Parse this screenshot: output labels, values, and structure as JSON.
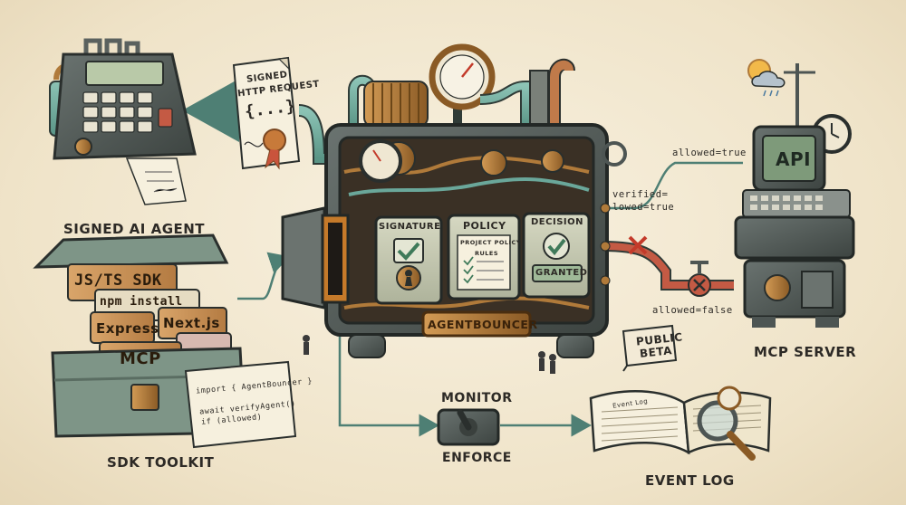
{
  "colors": {
    "pipe_teal": "#6aa79a",
    "pipe_red": "#c45a44",
    "metal": "#4d5553",
    "brass": "#b07a3a",
    "panel": "#c9ccb6",
    "paper": "#f6f0de"
  },
  "labels": {
    "signed_agent": "SIGNED AI AGENT",
    "sdk_toolkit": "SDK TOOLKIT",
    "mcp_server": "MCP SERVER",
    "event_log": "EVENT LOG",
    "monitor": "MONITOR",
    "enforce": "ENFORCE",
    "public_beta_line1": "PUBLIC",
    "public_beta_line2": "BETA"
  },
  "request_note": {
    "line1": "SIGNED",
    "line2": "HTTP REQUEST",
    "braces": "{...}"
  },
  "machine": {
    "nameplate": "AGENTBOUNCER",
    "panel_signature": "SIGNATURE",
    "panel_policy": "POLICY",
    "panel_policy_doc": "PROJECT POLICY",
    "panel_policy_rules": "RULES",
    "panel_decision": "DECISION",
    "panel_granted": "GRANTED"
  },
  "flows": {
    "verified": "verified=",
    "allowed_true_inner": "lowed=true",
    "allowed_true": "allowed=true",
    "allowed_false": "allowed=false"
  },
  "server": {
    "screen": "API"
  },
  "sdk": {
    "tags": [
      "JS/TS SDK",
      "npm install",
      "Express",
      "Next.js",
      "MCP"
    ],
    "code_line1": "import { AgentBouncer }",
    "code_line2": "await verifyAgent()",
    "code_line3": "if (allowed)"
  },
  "event_log": {
    "header": "Event Log"
  }
}
